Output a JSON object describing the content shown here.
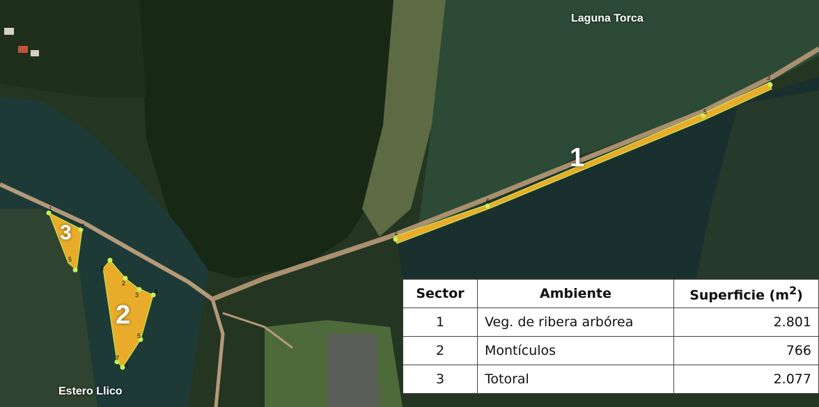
{
  "map": {
    "place_labels": {
      "laguna": "Laguna Torca",
      "estero": "Estero Llico"
    },
    "sectors": [
      {
        "id": "1",
        "label": "1",
        "vertices": [
          "1",
          "6",
          "5",
          "3"
        ]
      },
      {
        "id": "2",
        "label": "2",
        "vertices": [
          "8",
          "2",
          "3",
          "4",
          "5",
          "6",
          "7"
        ]
      },
      {
        "id": "3",
        "label": "3",
        "vertices": [
          "1",
          "2",
          "5"
        ]
      }
    ],
    "colors": {
      "polygon_fill": "#e9ac2a",
      "vertex": "#c6f05a",
      "water": "#1d3a36",
      "vegetation": "#1f3320",
      "road": "#b49a7a"
    }
  },
  "table": {
    "headers": {
      "sector": "Sector",
      "ambiente": "Ambiente",
      "superficie": "Superficie (m",
      "superficie_sup": "2",
      "superficie_end": ")"
    },
    "rows": [
      {
        "sector": "1",
        "ambiente": "Veg. de ribera arbórea",
        "superficie": "2.801"
      },
      {
        "sector": "2",
        "ambiente": "Montículos",
        "superficie": "766"
      },
      {
        "sector": "3",
        "ambiente": "Totoral",
        "superficie": "2.077"
      }
    ]
  }
}
